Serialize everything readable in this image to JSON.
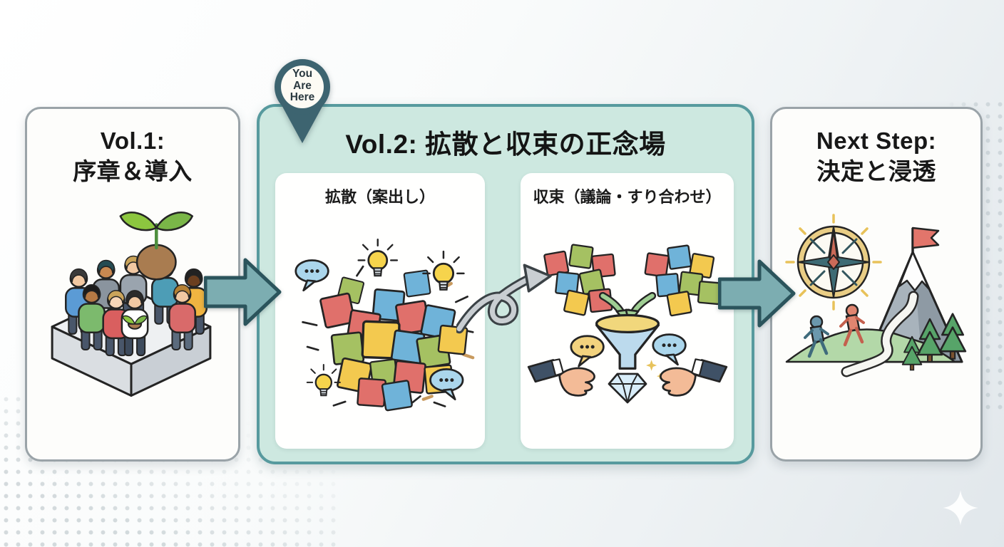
{
  "diagram": {
    "vol1": {
      "title_line1": "Vol.1:",
      "title_line2": "序章＆導入"
    },
    "marker": {
      "line1": "You",
      "line2": "Are",
      "line3": "Here"
    },
    "vol2": {
      "title": "Vol.2: 拡散と収束の正念場",
      "diverge_label": "拡散（案出し）",
      "converge_label": "収束（議論・すり合わせ）"
    },
    "next_step": {
      "title_line1": "Next Step:",
      "title_line2": "決定と浸透"
    }
  },
  "colors": {
    "accent_teal_border": "#579a9e",
    "panel_mint": "#cde8e0",
    "flow_arrow_fill": "#7cadb1",
    "flow_arrow_outline": "#2b545c",
    "pin_fill": "#3d6470",
    "panel_border_gray": "#9aa3a8",
    "note_red": "#e0706b",
    "note_yellow": "#f3c94f",
    "note_blue": "#6fb3d9",
    "note_green": "#a5c162"
  }
}
